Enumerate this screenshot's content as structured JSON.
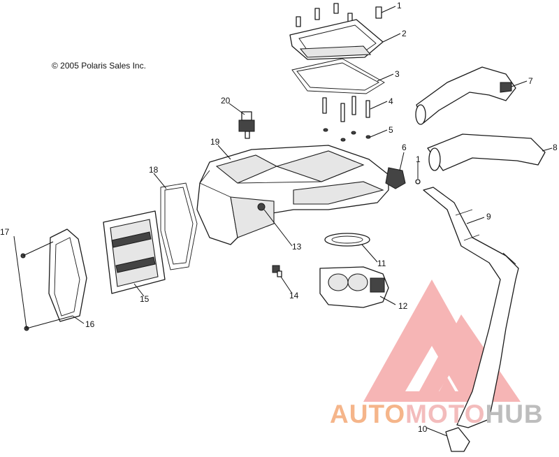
{
  "copyright": "© 2005 Polaris Sales Inc.",
  "callouts": [
    "1",
    "2",
    "3",
    "4",
    "5",
    "6",
    "1",
    "7",
    "8",
    "9",
    "10",
    "11",
    "12",
    "13",
    "14",
    "15",
    "16",
    "17",
    "18",
    "19",
    "20"
  ],
  "watermark": {
    "part1": "AUTO",
    "part2": "MOTO",
    "part3": "HUB"
  },
  "colors": {
    "watermark_orange": "#f5b58a",
    "watermark_pink": "#f3bcbc",
    "watermark_gray": "#bdbdbd",
    "watermark_triangle": "#e84b4b"
  }
}
